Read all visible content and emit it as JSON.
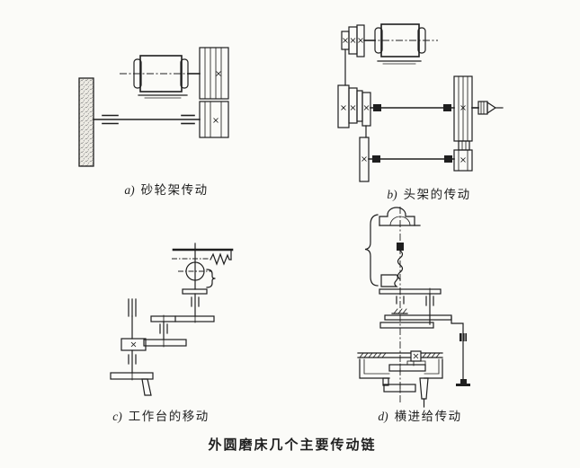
{
  "figure": {
    "caption": "外圆磨床几个主要传动链",
    "colors": {
      "ink": "#1f1f1f",
      "paper": "#fbfbf8"
    },
    "subfigures": [
      {
        "label": "a)",
        "title": "砂轮架传动"
      },
      {
        "label": "b)",
        "title": "头架的传动"
      },
      {
        "label": "c)",
        "title": "工作台的移动"
      },
      {
        "label": "d)",
        "title": "横进给传动"
      }
    ]
  }
}
